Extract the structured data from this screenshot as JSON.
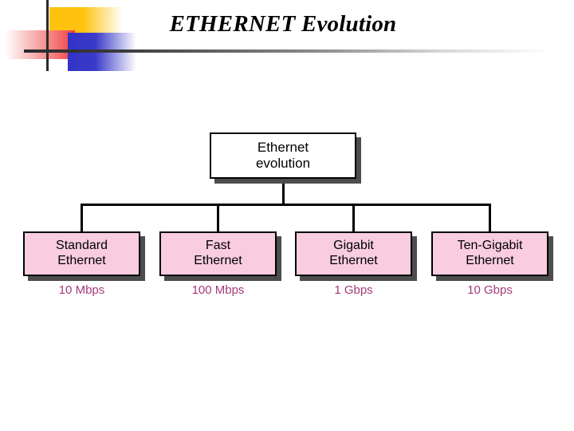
{
  "slide": {
    "title": "ETHERNET Evolution",
    "background_color": "#FFFFFF"
  },
  "logo": {
    "yellow_color": "#FFC20E",
    "red_color": "#F04040",
    "blue_color": "#3232C8",
    "line_color": "#2B2B2B"
  },
  "diagram": {
    "type": "org-chart",
    "accent_pink": "#F9CCE0",
    "speed_text_color": "#A6397A",
    "root": {
      "line1": "Ethernet",
      "line2": "evolution"
    },
    "children": [
      {
        "line1": "Standard",
        "line2": "Ethernet",
        "speed": "10 Mbps"
      },
      {
        "line1": "Fast",
        "line2": "Ethernet",
        "speed": "100 Mbps"
      },
      {
        "line1": "Gigabit",
        "line2": "Ethernet",
        "speed": "1 Gbps"
      },
      {
        "line1": "Ten-Gigabit",
        "line2": "Ethernet",
        "speed": "10 Gbps"
      }
    ]
  }
}
